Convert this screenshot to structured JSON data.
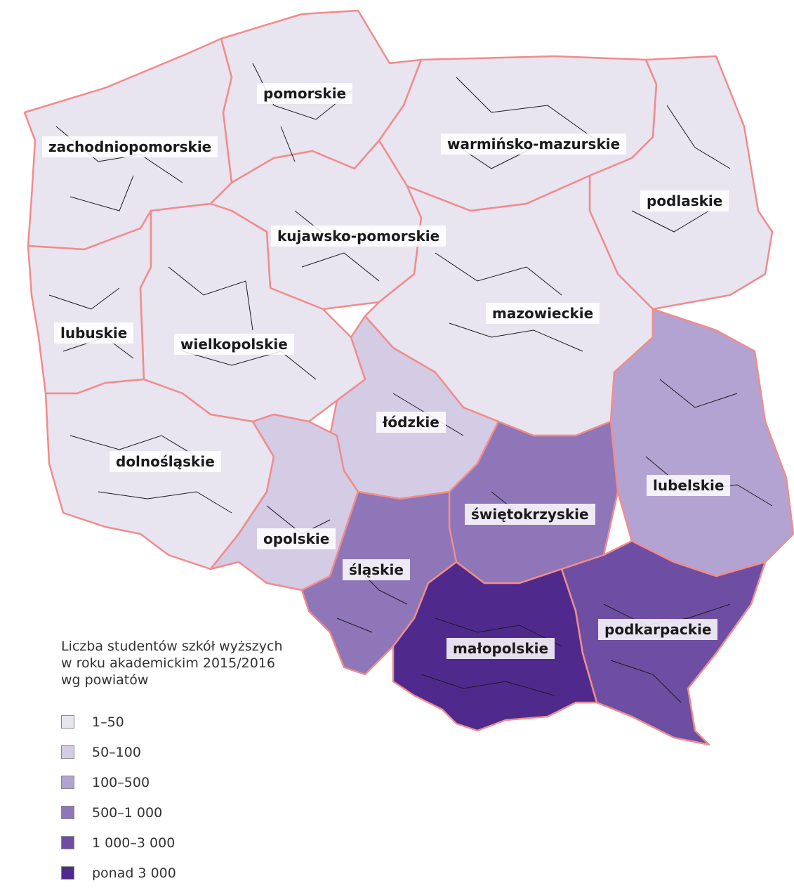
{
  "legend": {
    "title_lines": [
      "Liczba studentów szkół wyższych",
      "w roku akademickim 2015/2016",
      "wg powiatów"
    ],
    "classes": [
      {
        "label": "1–50",
        "color": "#e8e4f0"
      },
      {
        "label": "50–100",
        "color": "#d4cbe5"
      },
      {
        "label": "100–500",
        "color": "#b3a3d2"
      },
      {
        "label": "500–1 000",
        "color": "#8e76b8"
      },
      {
        "label": "1 000–3 000",
        "color": "#6e4ea3"
      },
      {
        "label": "ponad 3 000",
        "color": "#4f2a8c"
      }
    ]
  },
  "map_style": {
    "voivodeship_border_color": "#f08c8c",
    "powiat_border_color": "#1a1a1a"
  },
  "regions": [
    {
      "name": "pomorskie",
      "class_index": 0
    },
    {
      "name": "zachodniopomorskie",
      "class_index": 0
    },
    {
      "name": "warmińsko-mazurskie",
      "class_index": 0
    },
    {
      "name": "podlaskie",
      "class_index": 0
    },
    {
      "name": "kujawsko-pomorskie",
      "class_index": 0
    },
    {
      "name": "lubuskie",
      "class_index": 0
    },
    {
      "name": "wielkopolskie",
      "class_index": 0
    },
    {
      "name": "mazowieckie",
      "class_index": 0
    },
    {
      "name": "łódzkie",
      "class_index": 1
    },
    {
      "name": "dolnośląskie",
      "class_index": 0
    },
    {
      "name": "lubelskie",
      "class_index": 2
    },
    {
      "name": "świętokrzyskie",
      "class_index": 3
    },
    {
      "name": "opolskie",
      "class_index": 1
    },
    {
      "name": "śląskie",
      "class_index": 3
    },
    {
      "name": "podkarpackie",
      "class_index": 4
    },
    {
      "name": "małopolskie",
      "class_index": 5
    }
  ]
}
